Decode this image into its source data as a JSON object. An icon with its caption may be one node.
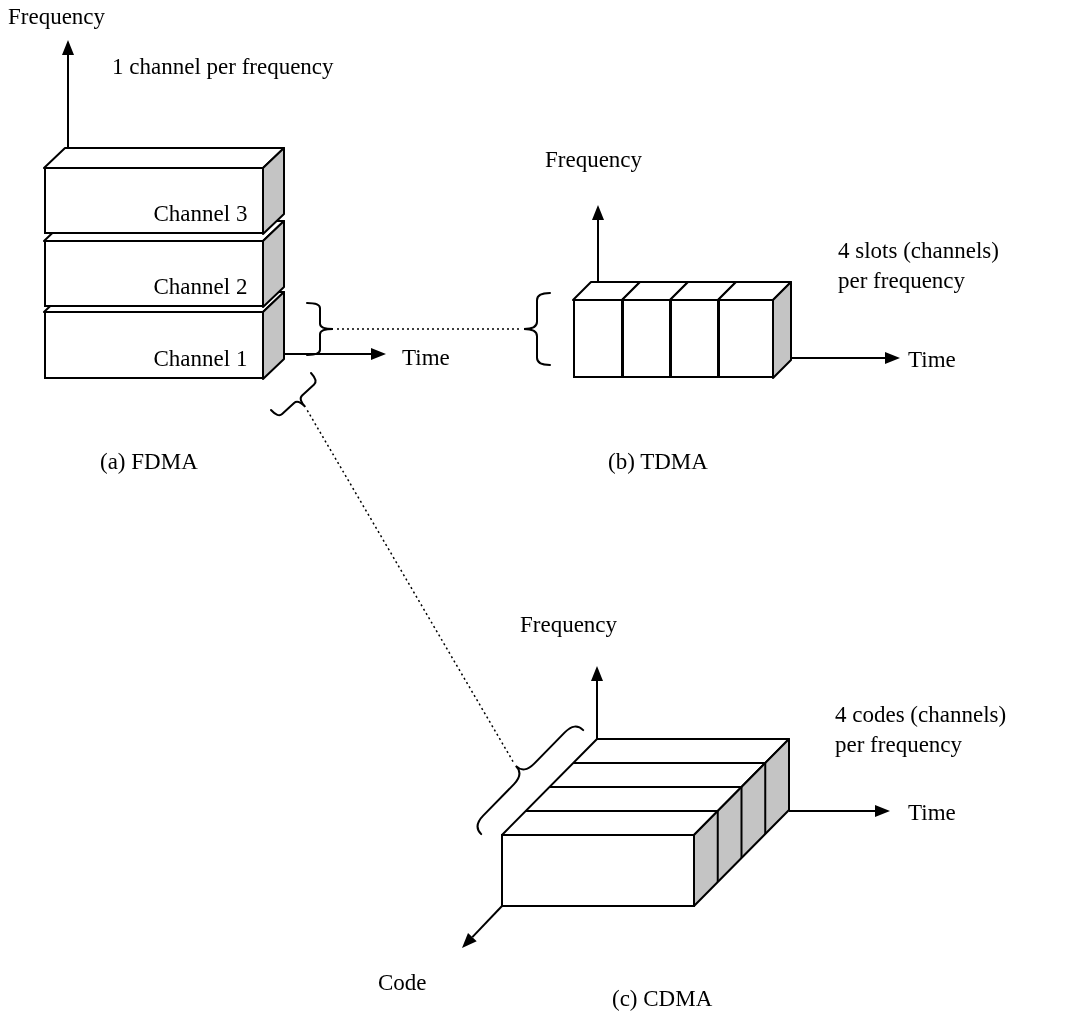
{
  "diagram": {
    "nodes": [
      {
        "text": [
          "Channel 3"
        ]
      },
      {
        "text": [
          "Channel 2"
        ]
      },
      {
        "text": [
          "Channel 1"
        ]
      },
      {
        "text": [],
        "shape": "bracket"
      },
      {
        "text": [],
        "shape": "bracket"
      },
      {
        "text": [],
        "shape": "box"
      },
      {
        "text": [],
        "shape": "box"
      },
      {
        "text": [],
        "shape": "box"
      },
      {
        "text": [],
        "shape": "box"
      },
      {
        "text": [],
        "shape": "bracket"
      },
      {
        "text": [],
        "shape": "bracket"
      }
    ],
    "edges": [
      {
        "from": 3,
        "to": 4,
        "arrow": "none",
        "style": "dashed"
      },
      {
        "from": 9,
        "to": 10,
        "arrow": "none",
        "style": "dashed"
      }
    ],
    "labels": [
      "Frequency",
      "1 channel per frequency",
      "Frequency",
      "4 slots (channels) per frequency",
      "Time",
      "Time",
      "(a) FDMA",
      "(b) TDMA",
      "Frequency",
      "4 codes (channels) per frequency",
      "Time",
      "Code",
      "(c) CDMA"
    ]
  }
}
